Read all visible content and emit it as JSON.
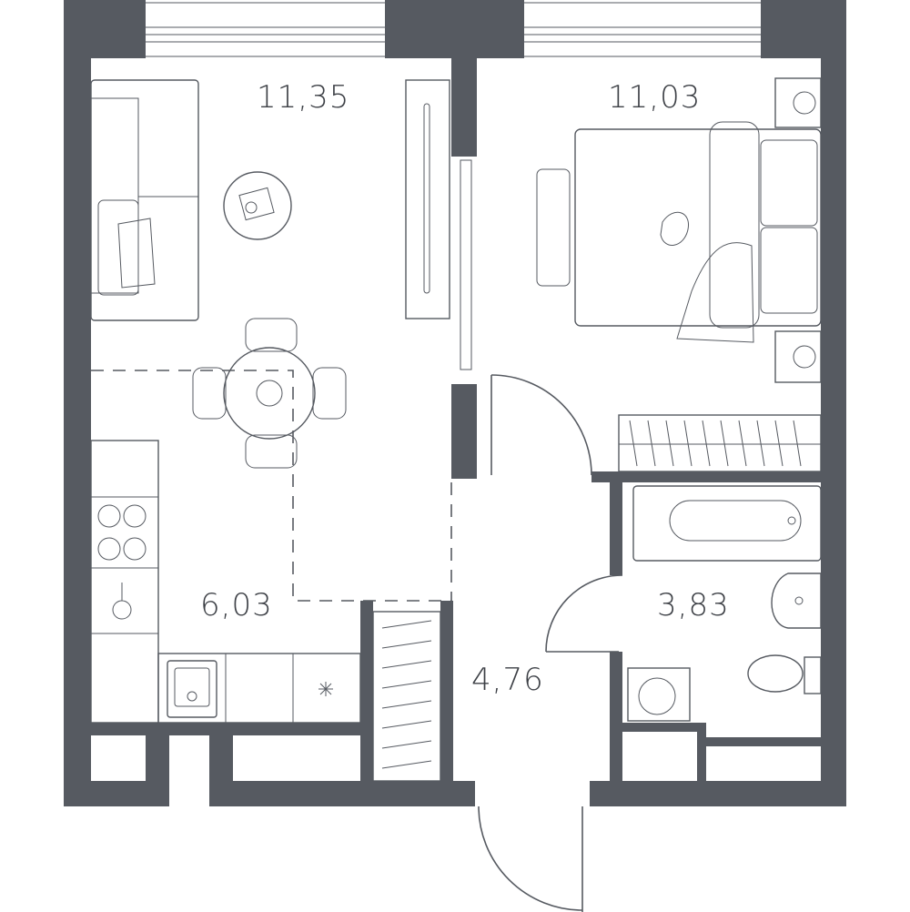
{
  "rooms": [
    {
      "id": "living",
      "area": "11,35"
    },
    {
      "id": "bedroom",
      "area": "11,03"
    },
    {
      "id": "kitchen",
      "area": "6,03"
    },
    {
      "id": "bathroom",
      "area": "3,83"
    },
    {
      "id": "hallway",
      "area": "4,76"
    }
  ],
  "colors": {
    "wall": "#565a61",
    "line": "#565a61",
    "text": "#3d4046"
  }
}
